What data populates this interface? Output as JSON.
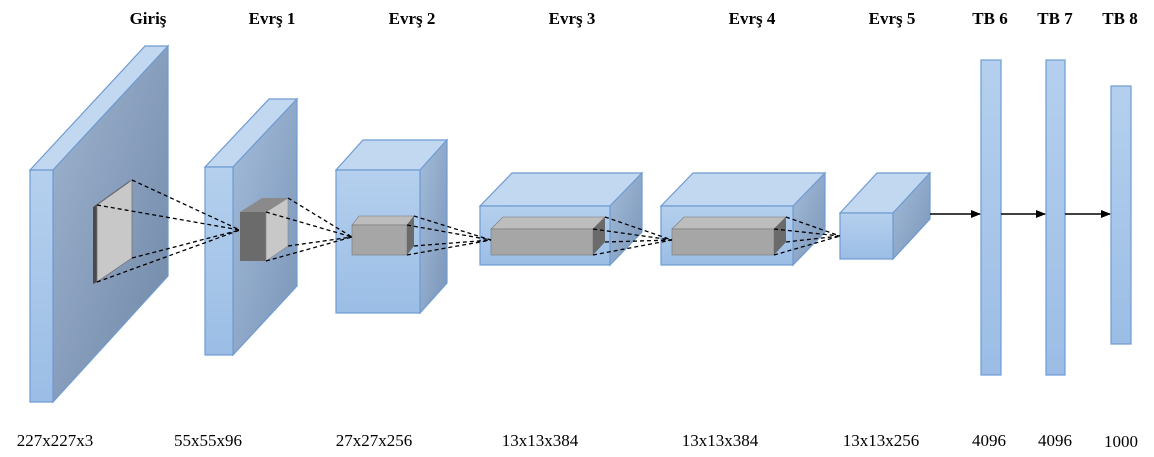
{
  "layers": [
    {
      "title": "Giriş",
      "dims": "227x227x3"
    },
    {
      "title": "Evrş 1",
      "dims": "55x55x96"
    },
    {
      "title": "Evrş 2",
      "dims": "27x27x256"
    },
    {
      "title": "Evrş 3",
      "dims": "13x13x384"
    },
    {
      "title": "Evrş 4",
      "dims": "13x13x384"
    },
    {
      "title": "Evrş 5",
      "dims": "13x13x256"
    },
    {
      "title": "TB 6",
      "dims": "4096"
    },
    {
      "title": "TB 7",
      "dims": "4096"
    },
    {
      "title": "TB 8",
      "dims": "1000"
    }
  ],
  "colors": {
    "block_front": "#a9c8ea",
    "block_top": "#c2d8f1",
    "block_side": "#8aa8cc",
    "block_stroke": "#6f9bd1",
    "kernel_front": "#a6a6a6",
    "kernel_side": "#6b6b6b",
    "arrow": "#000000"
  }
}
